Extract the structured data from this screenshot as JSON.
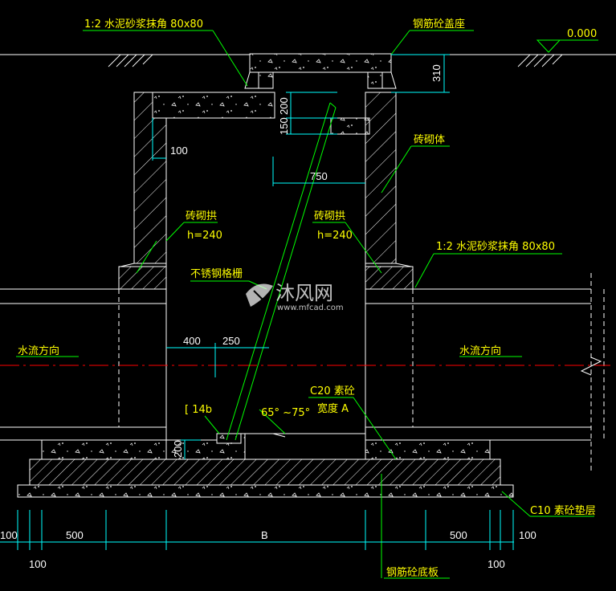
{
  "labels": {
    "mortar_fillet_top": "1:2 水泥砂浆抹角 80x80",
    "cover_seat": "钢筋砼盖座",
    "elevation": "0.000",
    "brick_body": "砖砌体",
    "brick_arch_left": "砖砌拱",
    "brick_arch_left_h": "h=240",
    "brick_arch_right": "砖砌拱",
    "brick_arch_right_h": "h=240",
    "mortar_fillet_right": "1:2 水泥砂浆抹角 80x80",
    "grate": "不锈钢格栅",
    "flow_left": "水流方向",
    "flow_right": "水流方向",
    "concrete_c20": "C20 素砼",
    "width_a": "宽度 A",
    "channel": "[ 14b",
    "angle": "65° ~75°",
    "c10_bed": "C10 素砼垫层",
    "rc_base": "钢筋砼底板"
  },
  "dimensions": {
    "d310": "310",
    "d200": "200",
    "d150": "150",
    "d100_wall": "100",
    "d750": "750",
    "d400": "400",
    "d250": "250",
    "d200_base": "200",
    "b_left_100a": "100",
    "b_left_100b": "100",
    "b_left_500": "500",
    "b_mid": "B",
    "b_right_500": "500",
    "b_right_100a": "100",
    "b_right_100b": "100"
  },
  "watermark": {
    "brand": "沐风网",
    "url": "www.mfcad.com"
  },
  "colors": {
    "background": "#000000",
    "annotation": "#ffff00",
    "leader": "#00ff00",
    "dimension": "#00ffff",
    "linework": "#ffffff",
    "center_line": "#ff0000"
  }
}
